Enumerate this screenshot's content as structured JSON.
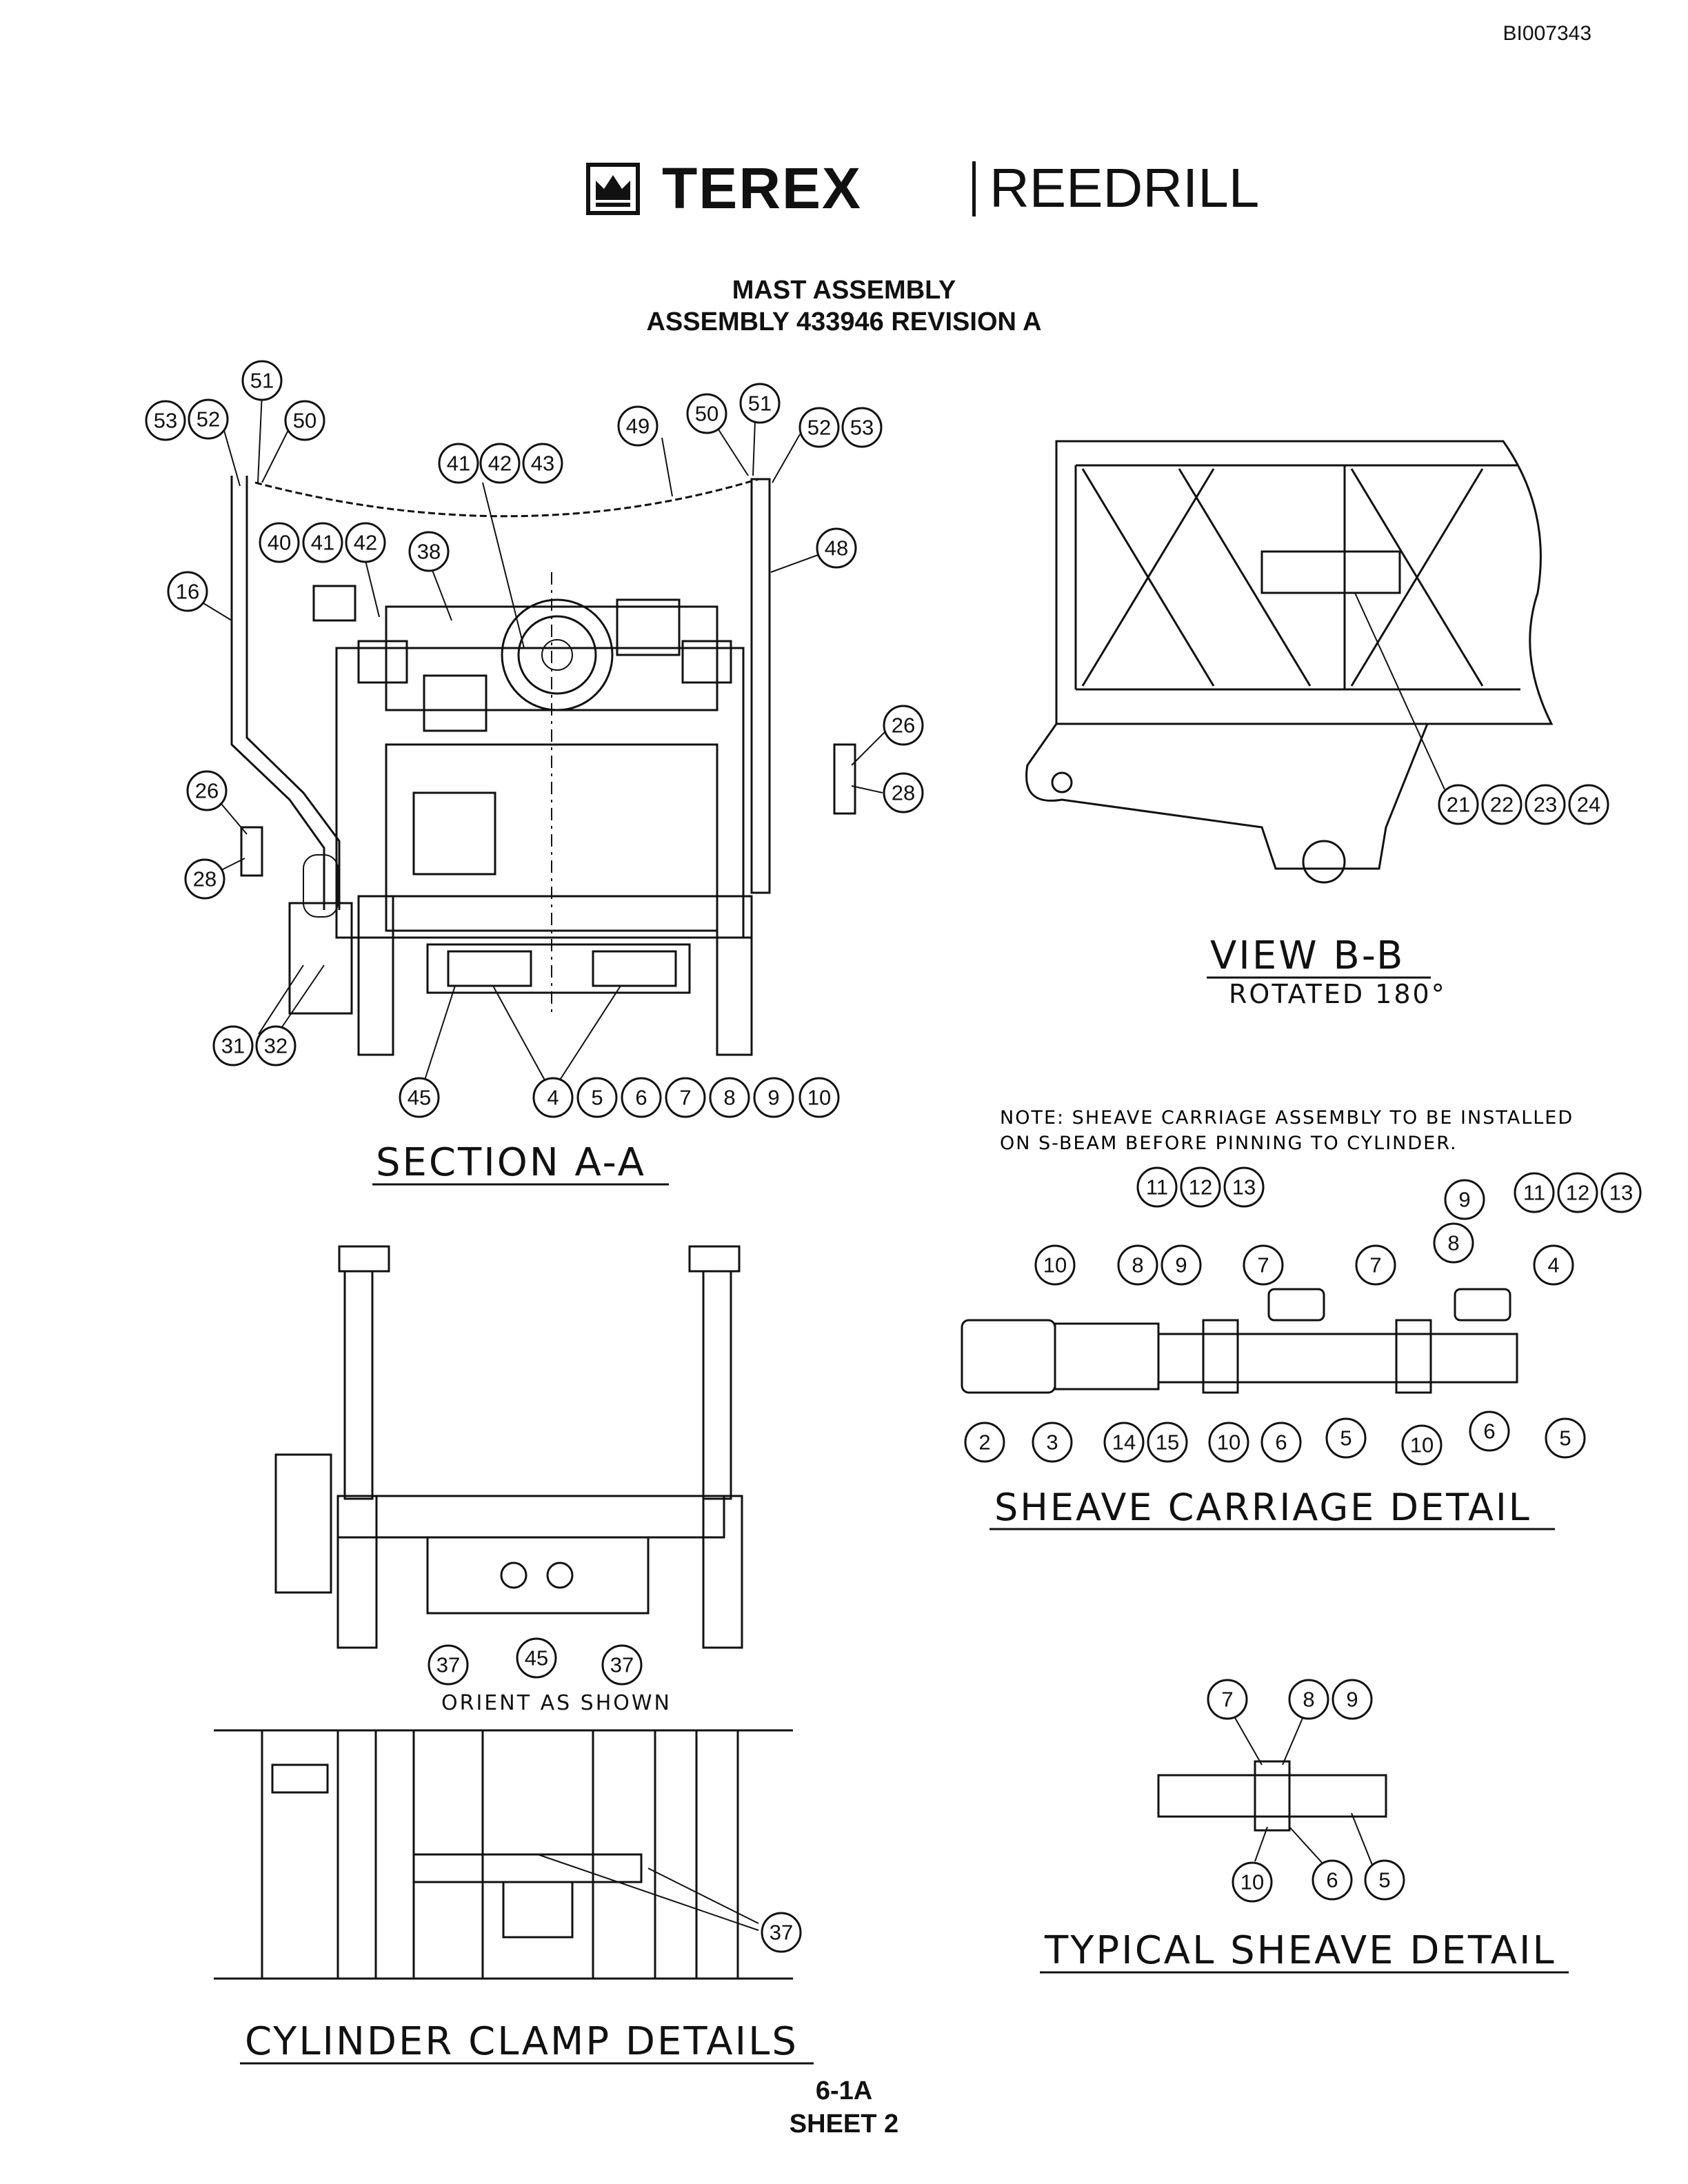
{
  "header": {
    "doc_id": "BI007343",
    "brand": "TEREX",
    "brand_sub": "REEDRILL",
    "title": "MAST ASSEMBLY",
    "subtitle": "ASSEMBLY 433946 REVISION A"
  },
  "sections": {
    "section_aa": "SECTION A-A",
    "view_bb": "VIEW B-B",
    "view_bb_note": "ROTATED 180°",
    "sheave_note_1": "NOTE: SHEAVE CARRIAGE ASSEMBLY TO BE INSTALLED",
    "sheave_note_2": "ON S-BEAM BEFORE PINNING TO CYLINDER.",
    "sheave_carriage": "SHEAVE CARRIAGE DETAIL",
    "orient": "ORIENT AS SHOWN",
    "typical_sheave": "TYPICAL SHEAVE DETAIL",
    "cylinder_clamp": "CYLINDER CLAMP DETAILS"
  },
  "footer": {
    "page": "6-1A",
    "sheet": "SHEET 2"
  },
  "callouts": {
    "section_aa": [
      "53",
      "52",
      "51",
      "50",
      "49",
      "50",
      "51",
      "52",
      "53",
      "41",
      "42",
      "43",
      "40",
      "41",
      "42",
      "38",
      "16",
      "48",
      "26",
      "28",
      "26",
      "28",
      "31",
      "32",
      "45",
      "4",
      "5",
      "6",
      "7",
      "8",
      "9",
      "10"
    ],
    "view_bb": [
      "21",
      "22",
      "23",
      "24"
    ],
    "sheave_carriage": [
      "11",
      "12",
      "13",
      "9",
      "11",
      "12",
      "13",
      "10",
      "8",
      "9",
      "7",
      "7",
      "8",
      "4",
      "2",
      "3",
      "14",
      "15",
      "10",
      "6",
      "5",
      "10",
      "6",
      "5"
    ],
    "orient": [
      "37",
      "45",
      "37"
    ],
    "typical_sheave": [
      "7",
      "8",
      "9",
      "10",
      "6",
      "5"
    ],
    "cylinder_clamp": [
      "37"
    ]
  }
}
